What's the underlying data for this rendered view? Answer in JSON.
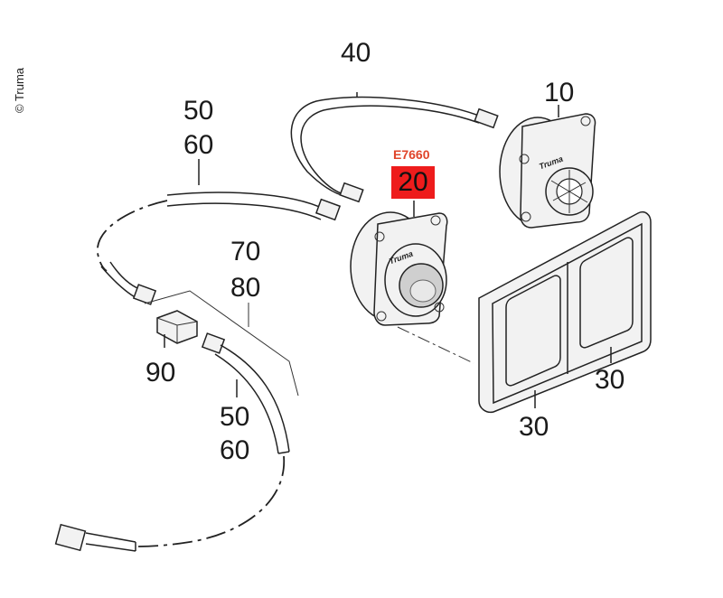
{
  "copyright": "© Truma",
  "highlight": {
    "code": "E7660",
    "number": "20"
  },
  "labels": {
    "l40": "40",
    "l10": "10",
    "l50_top": "50",
    "l60_top": "60",
    "l70": "70",
    "l80": "80",
    "l90": "90",
    "l50_bottom": "50",
    "l60_bottom": "60",
    "l30_right": "30",
    "l30_bottom": "30"
  },
  "brand_marks": [
    "Truma",
    "Truma"
  ],
  "colors": {
    "highlight_bg": "#ee1c1c",
    "code_text": "#e0452a",
    "line": "#222222"
  }
}
